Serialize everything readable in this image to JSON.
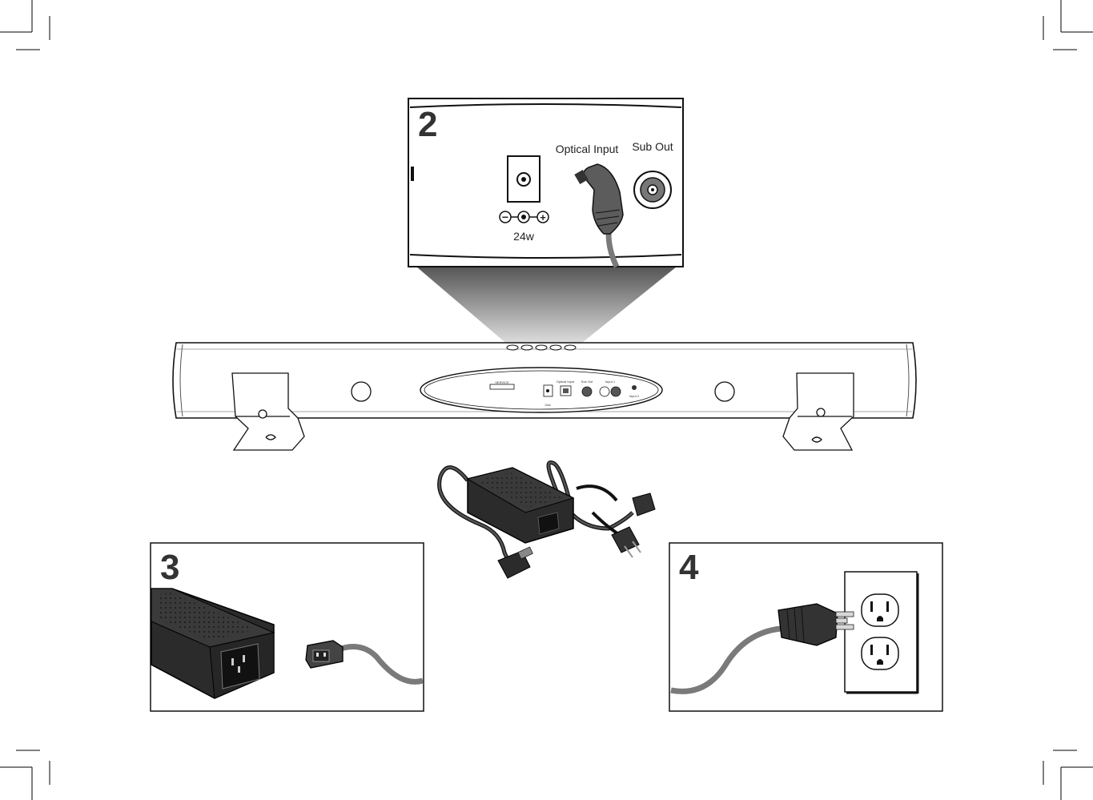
{
  "step2": {
    "number": "2",
    "optical_label": "Optical Input",
    "sub_label": "Sub Out",
    "power_label": "24w",
    "polarity": {
      "minus": "−",
      "plus": "+"
    }
  },
  "step3": {
    "number": "3"
  },
  "step4": {
    "number": "4"
  },
  "soundbar_panel": {
    "service": "SERVICE",
    "optical": "Optical Input",
    "sub_out": "Sub Out",
    "input1": "Input 1",
    "input2": "Input 2",
    "power": "24w"
  },
  "colors": {
    "outline": "#1a1a1a",
    "adapter": "#2b2b2b",
    "cable": "#7a7a7a",
    "cone_top": "#555555",
    "cone_bottom": "#dddddd"
  },
  "icons": [
    "crop-mark-icon",
    "dc-jack-icon",
    "optical-plug-icon",
    "rca-jack-icon",
    "power-adapter-icon",
    "iec-plug-icon",
    "us-plug-icon",
    "wall-outlet-icon",
    "mounting-bracket-icon"
  ]
}
